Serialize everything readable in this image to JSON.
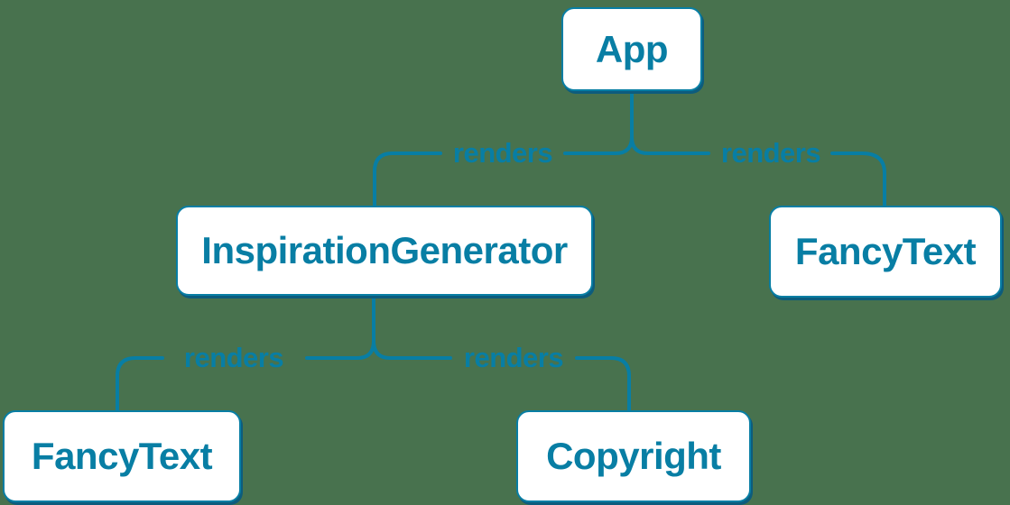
{
  "diagram": {
    "type": "component-render-tree",
    "colors": {
      "background": "#48724e",
      "accent": "#087ea4",
      "node_fill": "#ffffff",
      "node_shadow": "#0d5c7d"
    },
    "nodes": [
      {
        "id": "app",
        "label": "App"
      },
      {
        "id": "inspiration",
        "label": "InspirationGenerator"
      },
      {
        "id": "fancytext-right",
        "label": "FancyText"
      },
      {
        "id": "fancytext-left",
        "label": "FancyText"
      },
      {
        "id": "copyright",
        "label": "Copyright"
      }
    ],
    "edges": [
      {
        "from": "App",
        "to": "InspirationGenerator",
        "label": "renders"
      },
      {
        "from": "App",
        "to": "FancyText",
        "label": "renders"
      },
      {
        "from": "InspirationGenerator",
        "to": "FancyText",
        "label": "renders"
      },
      {
        "from": "InspirationGenerator",
        "to": "Copyright",
        "label": "renders"
      }
    ]
  }
}
